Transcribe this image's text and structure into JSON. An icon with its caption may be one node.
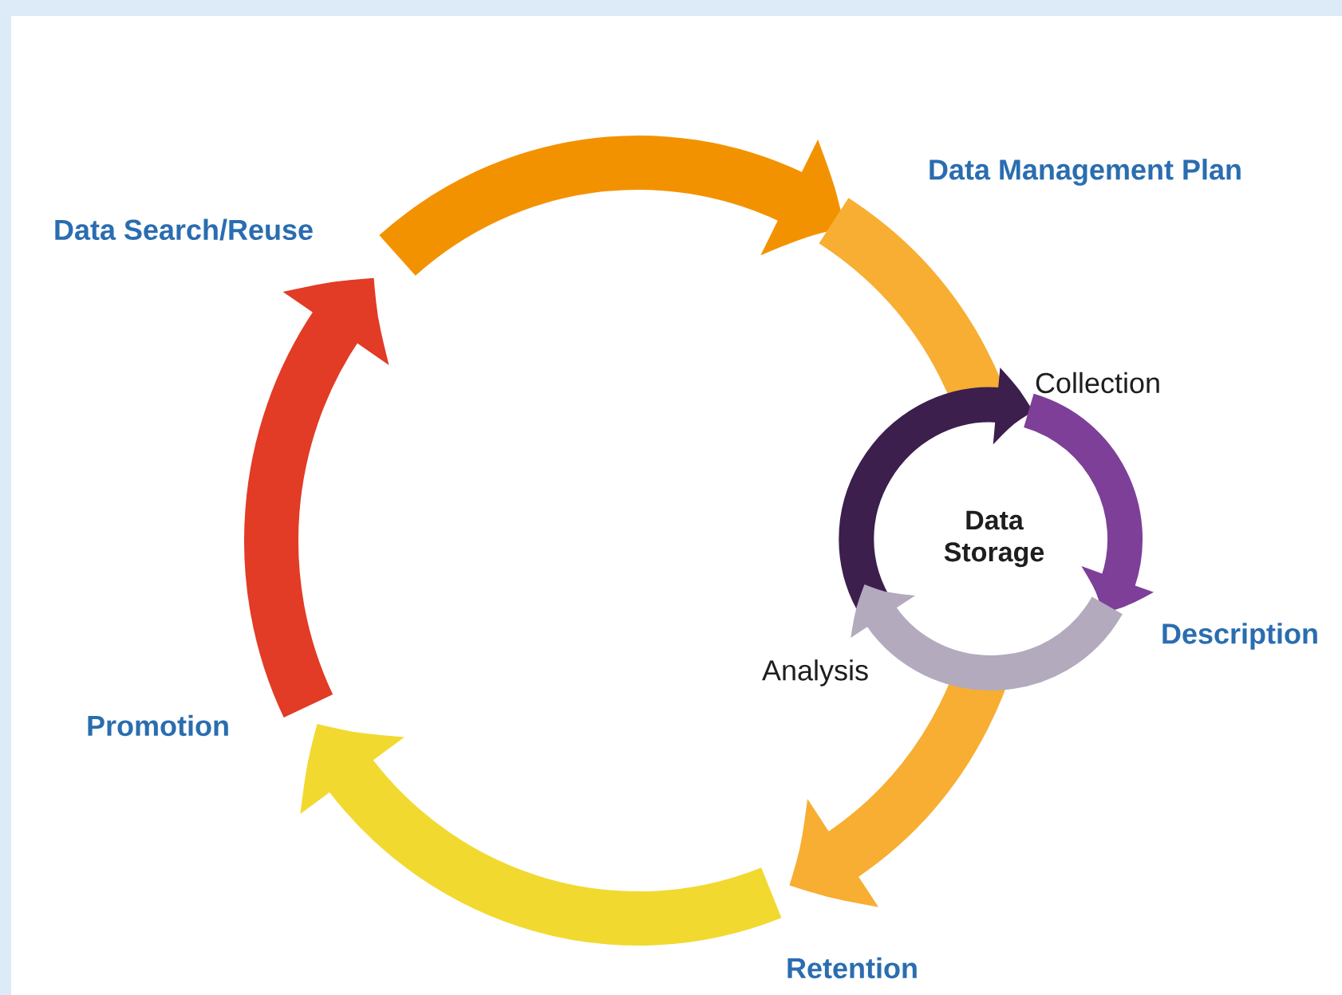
{
  "diagram": {
    "nodes": [
      {
        "text": [
          "Data Search/Reuse"
        ]
      },
      {
        "text": [
          "Data Management Plan"
        ]
      },
      {
        "text": [
          "Collection"
        ]
      },
      {
        "text": [
          "Data Storage"
        ]
      },
      {
        "text": [
          "Description"
        ]
      },
      {
        "text": [
          "Analysis"
        ]
      },
      {
        "text": [
          "Retention"
        ]
      },
      {
        "text": [
          "Promotion"
        ]
      }
    ],
    "edges": [
      {
        "from": 0,
        "to": 1,
        "arrow": "to",
        "color": "#f39200"
      },
      {
        "from": 1,
        "to": 6,
        "arrow": "to",
        "color": "#f7ae33"
      },
      {
        "from": 6,
        "to": 7,
        "arrow": "to",
        "color": "#f2d930"
      },
      {
        "from": 7,
        "to": 0,
        "arrow": "to",
        "color": "#e23b26"
      },
      {
        "from": 5,
        "to": 2,
        "arrow": "to",
        "color": "#3c1f4d"
      },
      {
        "from": 2,
        "to": 4,
        "arrow": "to",
        "color": "#7d3f98"
      },
      {
        "from": 4,
        "to": 5,
        "arrow": "to",
        "color": "#b3aabd"
      }
    ]
  }
}
